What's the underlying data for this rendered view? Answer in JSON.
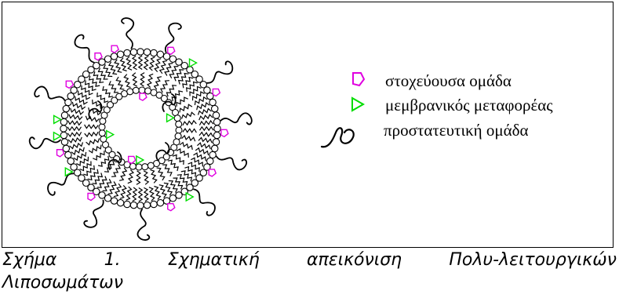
{
  "legend": {
    "items": [
      {
        "label": "στοχεύουσα ομάδα",
        "symbol": "pentagon",
        "color": "#e000e0"
      },
      {
        "label": "μεμβρανικός μεταφορέας",
        "symbol": "triangle",
        "color": "#00dd00"
      },
      {
        "label": "προστατευτική ομάδα",
        "symbol": "curl",
        "color": "#000000"
      }
    ]
  },
  "caption": {
    "words": [
      "Σχήμα",
      "1.",
      "Σχηματική",
      "απεικόνιση",
      "Πολυ-λειτουργικών"
    ],
    "line2": "Λιποσωμάτων"
  },
  "colors": {
    "lipid": "#000000",
    "targeting_group": "#e000e0",
    "membrane_carrier": "#00dd00"
  }
}
